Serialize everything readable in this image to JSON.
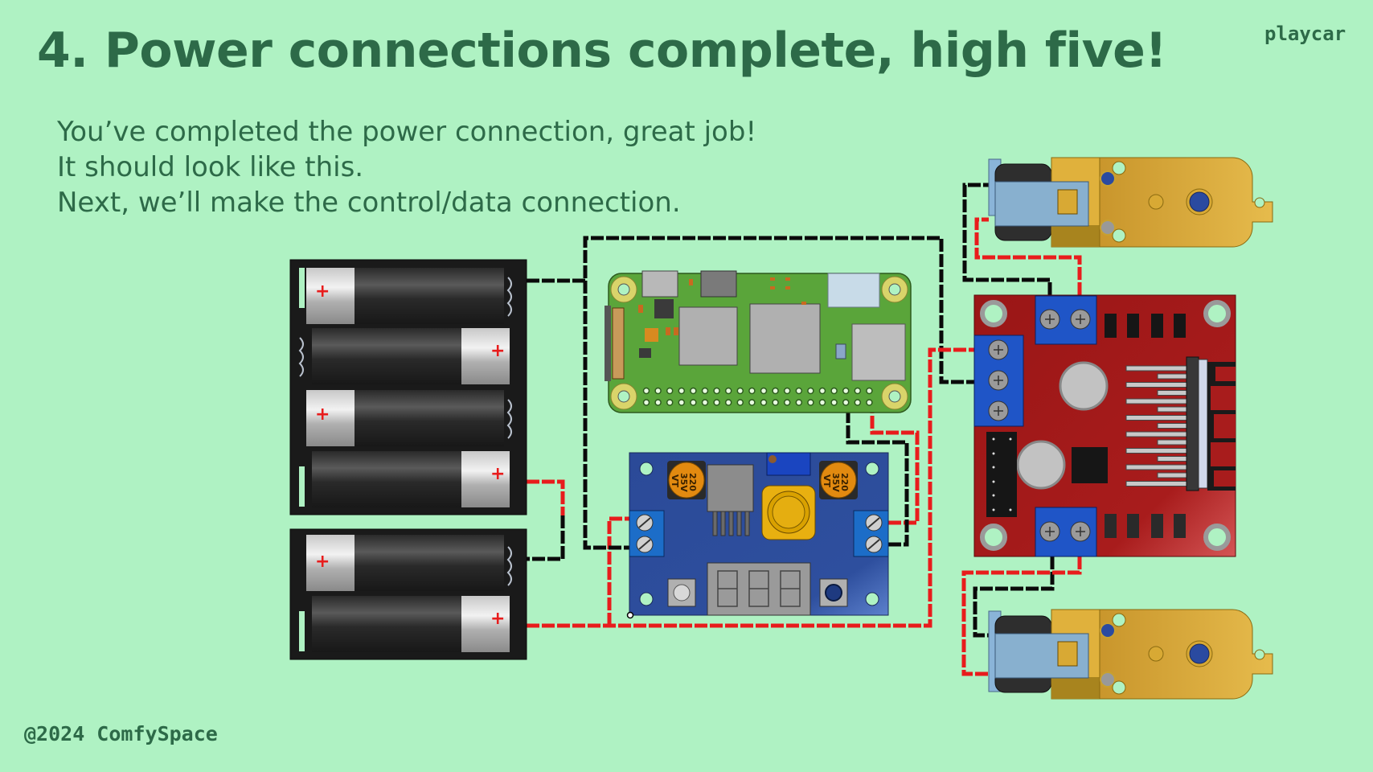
{
  "header": {
    "title": "4. Power connections complete, high five!",
    "brand": "playcar"
  },
  "content": {
    "lines": [
      "You’ve completed the power connection, great job!",
      "It should look like this.",
      "Next, we’ll make the control/data connection."
    ]
  },
  "footer": {
    "copyright": "@2024 ComfySpace"
  },
  "diagram": {
    "components": [
      {
        "id": "battery-pack-4",
        "label": "4x AA battery holder",
        "cells": 4
      },
      {
        "id": "battery-pack-2",
        "label": "2x AA battery holder",
        "cells": 2
      },
      {
        "id": "raspberry-pi-zero",
        "label": "Raspberry Pi Zero"
      },
      {
        "id": "buck-converter",
        "label": "DC-DC step-down converter with 3-digit display"
      },
      {
        "id": "l298n-driver",
        "label": "L298N motor driver"
      },
      {
        "id": "motor-top",
        "label": "TT gear motor"
      },
      {
        "id": "motor-bottom",
        "label": "TT gear motor"
      }
    ],
    "capacitor_label": [
      "220",
      "35V",
      "VT"
    ],
    "battery_polarity_mark": "+",
    "wire_colors": {
      "positive": "#e81c1c",
      "negative": "#0a0a0a"
    }
  },
  "colors": {
    "background": "#aff2c3",
    "text": "#2d6a48",
    "pi_board": "#5aa53a",
    "buck_board": "#2e4f9e",
    "driver_board": "#a81c1c",
    "motor_body": "#d8a934",
    "terminal_blue": "#1f55c7"
  }
}
